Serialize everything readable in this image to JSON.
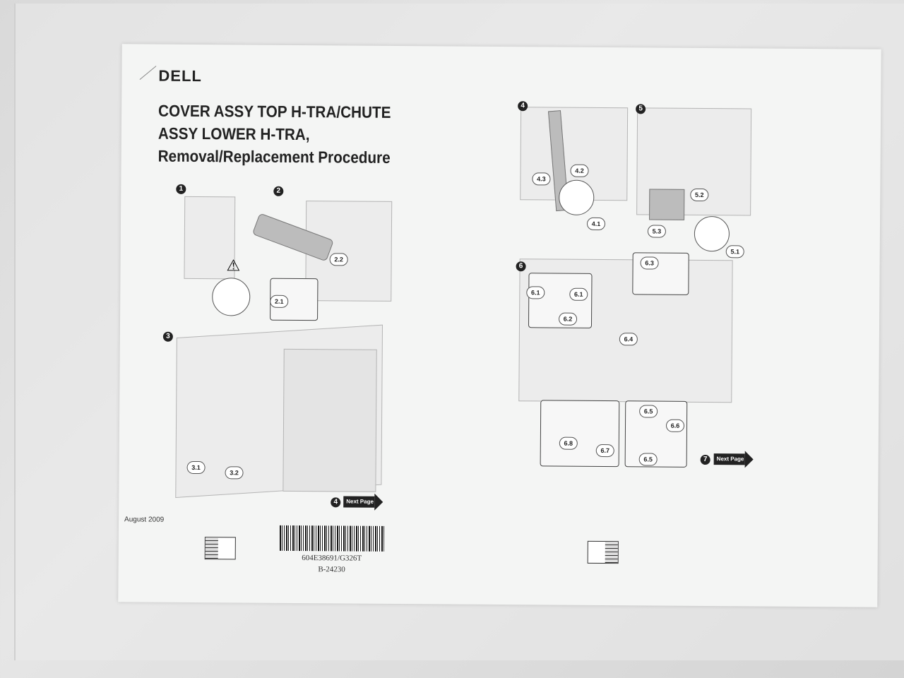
{
  "logo": "DELL",
  "title": {
    "line1": "COVER ASSY TOP H-TRA/CHUTE",
    "line2": "ASSY LOWER H-TRA,",
    "line3": "Removal/Replacement Procedure"
  },
  "steps": [
    "1",
    "2",
    "3",
    "4",
    "5",
    "6",
    "7",
    "4"
  ],
  "callouts": {
    "c2_1": "2.1",
    "c2_2": "2.2",
    "c3_1": "3.1",
    "c3_2": "3.2",
    "c4_1": "4.1",
    "c4_2": "4.2",
    "c4_3": "4.3",
    "c5_1": "5.1",
    "c5_2": "5.2",
    "c5_3": "5.3",
    "c6_1a": "6.1",
    "c6_1b": "6.1",
    "c6_2": "6.2",
    "c6_3": "6.3",
    "c6_4": "6.4",
    "c6_5a": "6.5",
    "c6_5b": "6.5",
    "c6_6": "6.6",
    "c6_7": "6.7",
    "c6_8": "6.8"
  },
  "next_page_label": "Next Page",
  "footer": {
    "date": "August 2009",
    "barcode_text": "604E38691/G326T",
    "doc_number": "B-24230"
  }
}
